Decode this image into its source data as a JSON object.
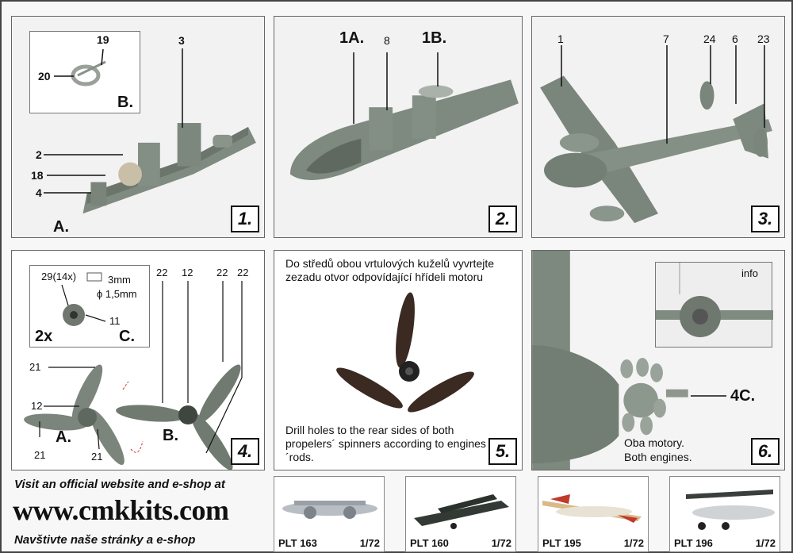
{
  "panels": [
    {
      "step": "1.",
      "labels": {
        "p19": "19",
        "p20": "20",
        "p3": "3",
        "p2": "2",
        "p18": "18",
        "p4": "4",
        "detailB": "B.",
        "viewA": "A."
      }
    },
    {
      "step": "2.",
      "labels": {
        "p1A": "1A.",
        "p8": "8",
        "p1B": "1B."
      }
    },
    {
      "step": "3.",
      "labels": {
        "p1": "1",
        "p7": "7",
        "p24": "24",
        "p6": "6",
        "p23": "23"
      }
    },
    {
      "step": "4.",
      "labels": {
        "qty_size": "29(14x)",
        "len": "3mm",
        "dia": "ϕ 1,5mm",
        "p11": "11",
        "times": "2x",
        "detailC": "C.",
        "p22a": "22",
        "p12a": "12",
        "p22b": "22",
        "p22c": "22",
        "p21a": "21",
        "p12b": "12",
        "p21b": "21",
        "p21c": "21",
        "viewA": "A.",
        "viewB": "B."
      }
    },
    {
      "step": "5.",
      "note_cz": "Do středů obou vrtulových kuželů vyvrtejte zezadu otvor odpovídající hřídeli motoru",
      "note_en": "Drill holes to the rear sides of both propelers´ spinners according to engines´rods."
    },
    {
      "step": "6.",
      "labels": {
        "info": "info",
        "p4C": "4C."
      },
      "note_cz": "Oba motory.",
      "note_en": "Both engines."
    }
  ],
  "footer": {
    "visit_line": "Visit an official website and e-shop at",
    "url": "www.cmkkits.com",
    "visit_line_cz": "Navštivte naše stránky a e-shop"
  },
  "products": [
    {
      "code": "PLT 163",
      "scale": "1/72"
    },
    {
      "code": "PLT 160",
      "scale": "1/72"
    },
    {
      "code": "PLT 195",
      "scale": "1/72"
    },
    {
      "code": "PLT 196",
      "scale": "1/72"
    }
  ]
}
